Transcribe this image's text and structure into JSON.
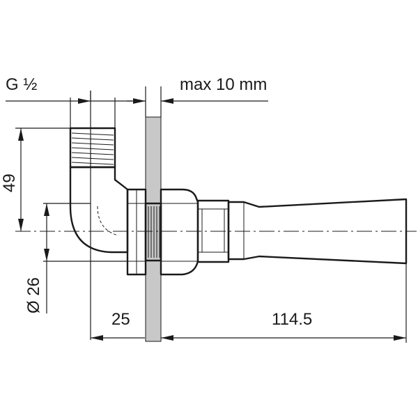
{
  "labels": {
    "thread": "G ½",
    "wall_thickness": "max 10 mm",
    "height": "49",
    "diameter": "Ø 26",
    "offset": "25",
    "length": "114.5"
  },
  "colors": {
    "line": "#1a1a1a",
    "wall": "#c8c8c8",
    "background": "#ffffff"
  }
}
